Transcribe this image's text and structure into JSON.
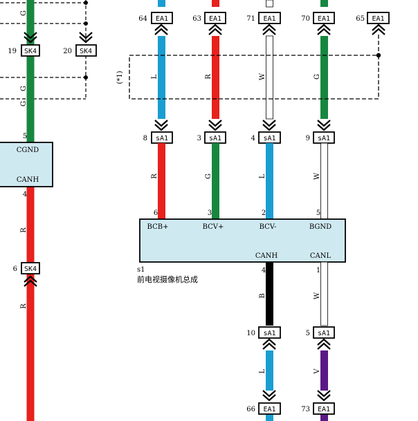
{
  "colors": {
    "blue": "#1a9ed1",
    "red": "#e8211d",
    "green": "#17873f",
    "white": "#ffffff",
    "black": "#000000",
    "violet": "#5a1a85",
    "module_fill": "#cfe9f1"
  },
  "connectors": {
    "ea1_64": {
      "num": "64",
      "name": "EA1"
    },
    "ea1_63": {
      "num": "63",
      "name": "EA1"
    },
    "ea1_71": {
      "num": "71",
      "name": "EA1"
    },
    "ea1_70": {
      "num": "70",
      "name": "EA1"
    },
    "ea1_65": {
      "num": "65",
      "name": "EA1"
    },
    "sk4_19": {
      "num": "19",
      "name": "SK4"
    },
    "sk4_20": {
      "num": "20",
      "name": "SK4"
    },
    "sk4_6": {
      "num": "6",
      "name": "SK4"
    },
    "sa1_8": {
      "num": "8",
      "name": "sA1"
    },
    "sa1_3": {
      "num": "3",
      "name": "sA1"
    },
    "sa1_4": {
      "num": "4",
      "name": "sA1"
    },
    "sa1_9": {
      "num": "9",
      "name": "sA1"
    },
    "sa1_10": {
      "num": "10",
      "name": "sA1"
    },
    "sa1_5": {
      "num": "5",
      "name": "sA1"
    },
    "ea1_66": {
      "num": "66",
      "name": "EA1"
    },
    "ea1_73": {
      "num": "73",
      "name": "EA1"
    }
  },
  "wire_colors": {
    "left_g_top": "G",
    "left_g_mid": "G",
    "left_g_low": "G",
    "left_r_mid": "R",
    "left_r_low": "R",
    "l_top": "L",
    "r_top": "R",
    "w_top": "W",
    "g_top": "G",
    "r_mid": "R",
    "g_mid": "G",
    "l_mid": "L",
    "w_mid": "W",
    "b_low": "B",
    "w_low": "W",
    "l_bot": "L",
    "v_bot": "V"
  },
  "note": "(*1)",
  "left_module": {
    "pin_top": "5",
    "pin_bottom": "4",
    "label_top": "CGND",
    "label_bottom": "CANH"
  },
  "module": {
    "id": "s1",
    "name": "前电视摄像机总成",
    "pins_top": [
      {
        "num": "6",
        "label": "BCB+"
      },
      {
        "num": "3",
        "label": "BCV+"
      },
      {
        "num": "2",
        "label": "BCV-"
      },
      {
        "num": "5",
        "label": "BGND"
      }
    ],
    "pins_bottom": [
      {
        "num": "4",
        "label": "CANH"
      },
      {
        "num": "1",
        "label": "CANL"
      }
    ]
  }
}
